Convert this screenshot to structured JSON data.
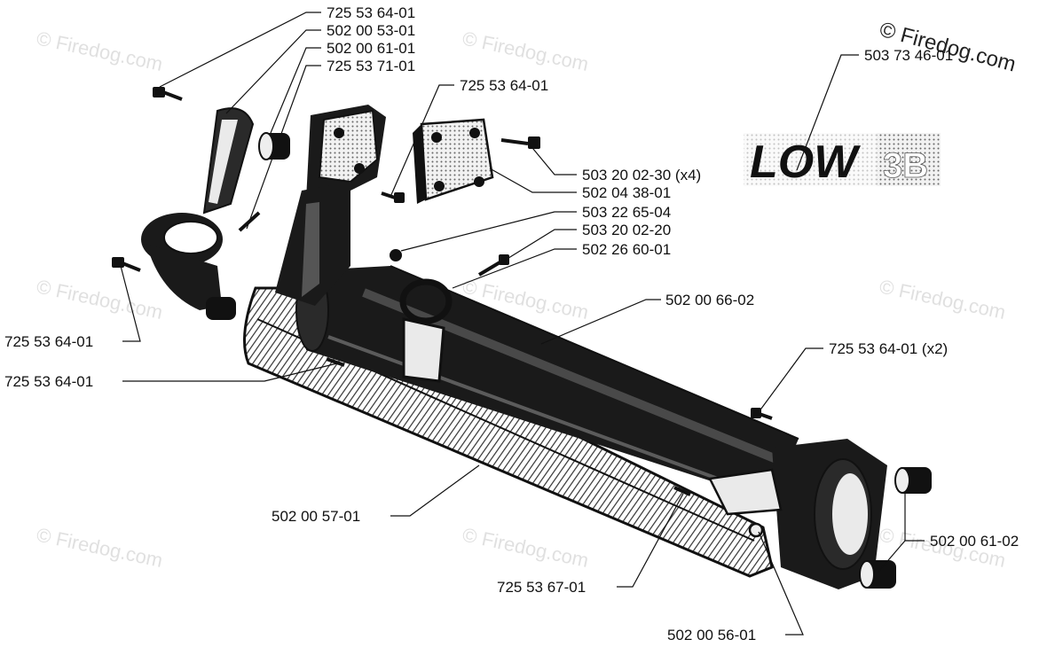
{
  "watermark": "© Firedog.com",
  "copyright": "© Firedog.com",
  "logo": {
    "text": "LOW",
    "suffix": "3B"
  },
  "part_labels": [
    "725 53 64-01",
    "502 00 53-01",
    "502 00 61-01",
    "725 53 71-01",
    "725 53 64-01",
    "503 73 46-01",
    "503 20 02-30 (x4)",
    "502 04 38-01",
    "503 22 65-04",
    "503 20 02-20",
    "502 26 60-01",
    "502 00 66-02",
    "725 53 64-01",
    "725 53 64-01",
    "725 53 64-01 (x2)",
    "502 00 57-01",
    "502 00 61-02",
    "725 53 67-01",
    "502 00 56-01"
  ]
}
